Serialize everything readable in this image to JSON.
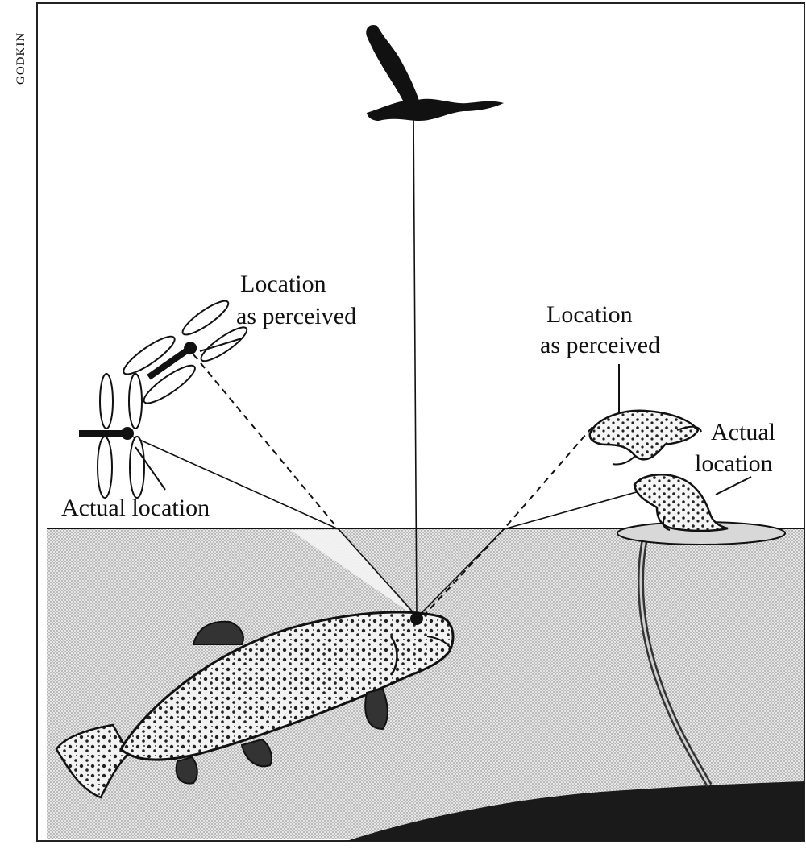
{
  "credit": "GODKIN",
  "labels": {
    "dragonfly_perceived_line1": "Location",
    "dragonfly_perceived_line2": "as perceived",
    "dragonfly_actual": "Actual location",
    "frog_perceived_line1": "Location",
    "frog_perceived_line2": "as perceived",
    "frog_actual_line1": "Actual",
    "frog_actual_line2": "location"
  },
  "colors": {
    "ink": "#111111",
    "water": "#c9c9c9",
    "paper": "#ffffff"
  }
}
